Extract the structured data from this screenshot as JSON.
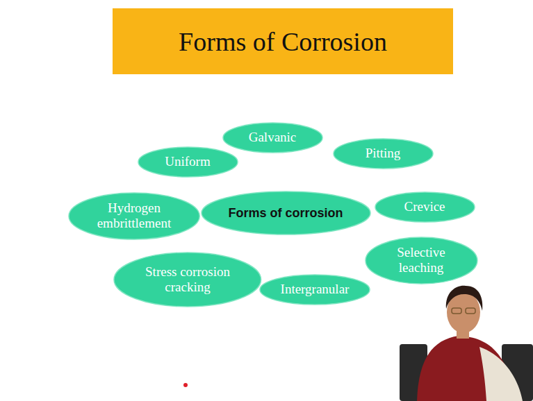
{
  "diagram": {
    "title": "Forms of Corrosion",
    "nodes": [
      {
        "text": [
          "Galvanic"
        ]
      },
      {
        "text": [
          "Uniform"
        ]
      },
      {
        "text": [
          "Pitting"
        ]
      },
      {
        "text": [
          "Hydrogen embrittlement"
        ]
      },
      {
        "text": [
          "Forms of corrosion"
        ]
      },
      {
        "text": [
          "Crevice"
        ]
      },
      {
        "text": [
          "Selective leaching"
        ]
      },
      {
        "text": [
          "Stress corrosion cracking"
        ]
      },
      {
        "text": [
          "Intergranular"
        ]
      }
    ]
  }
}
